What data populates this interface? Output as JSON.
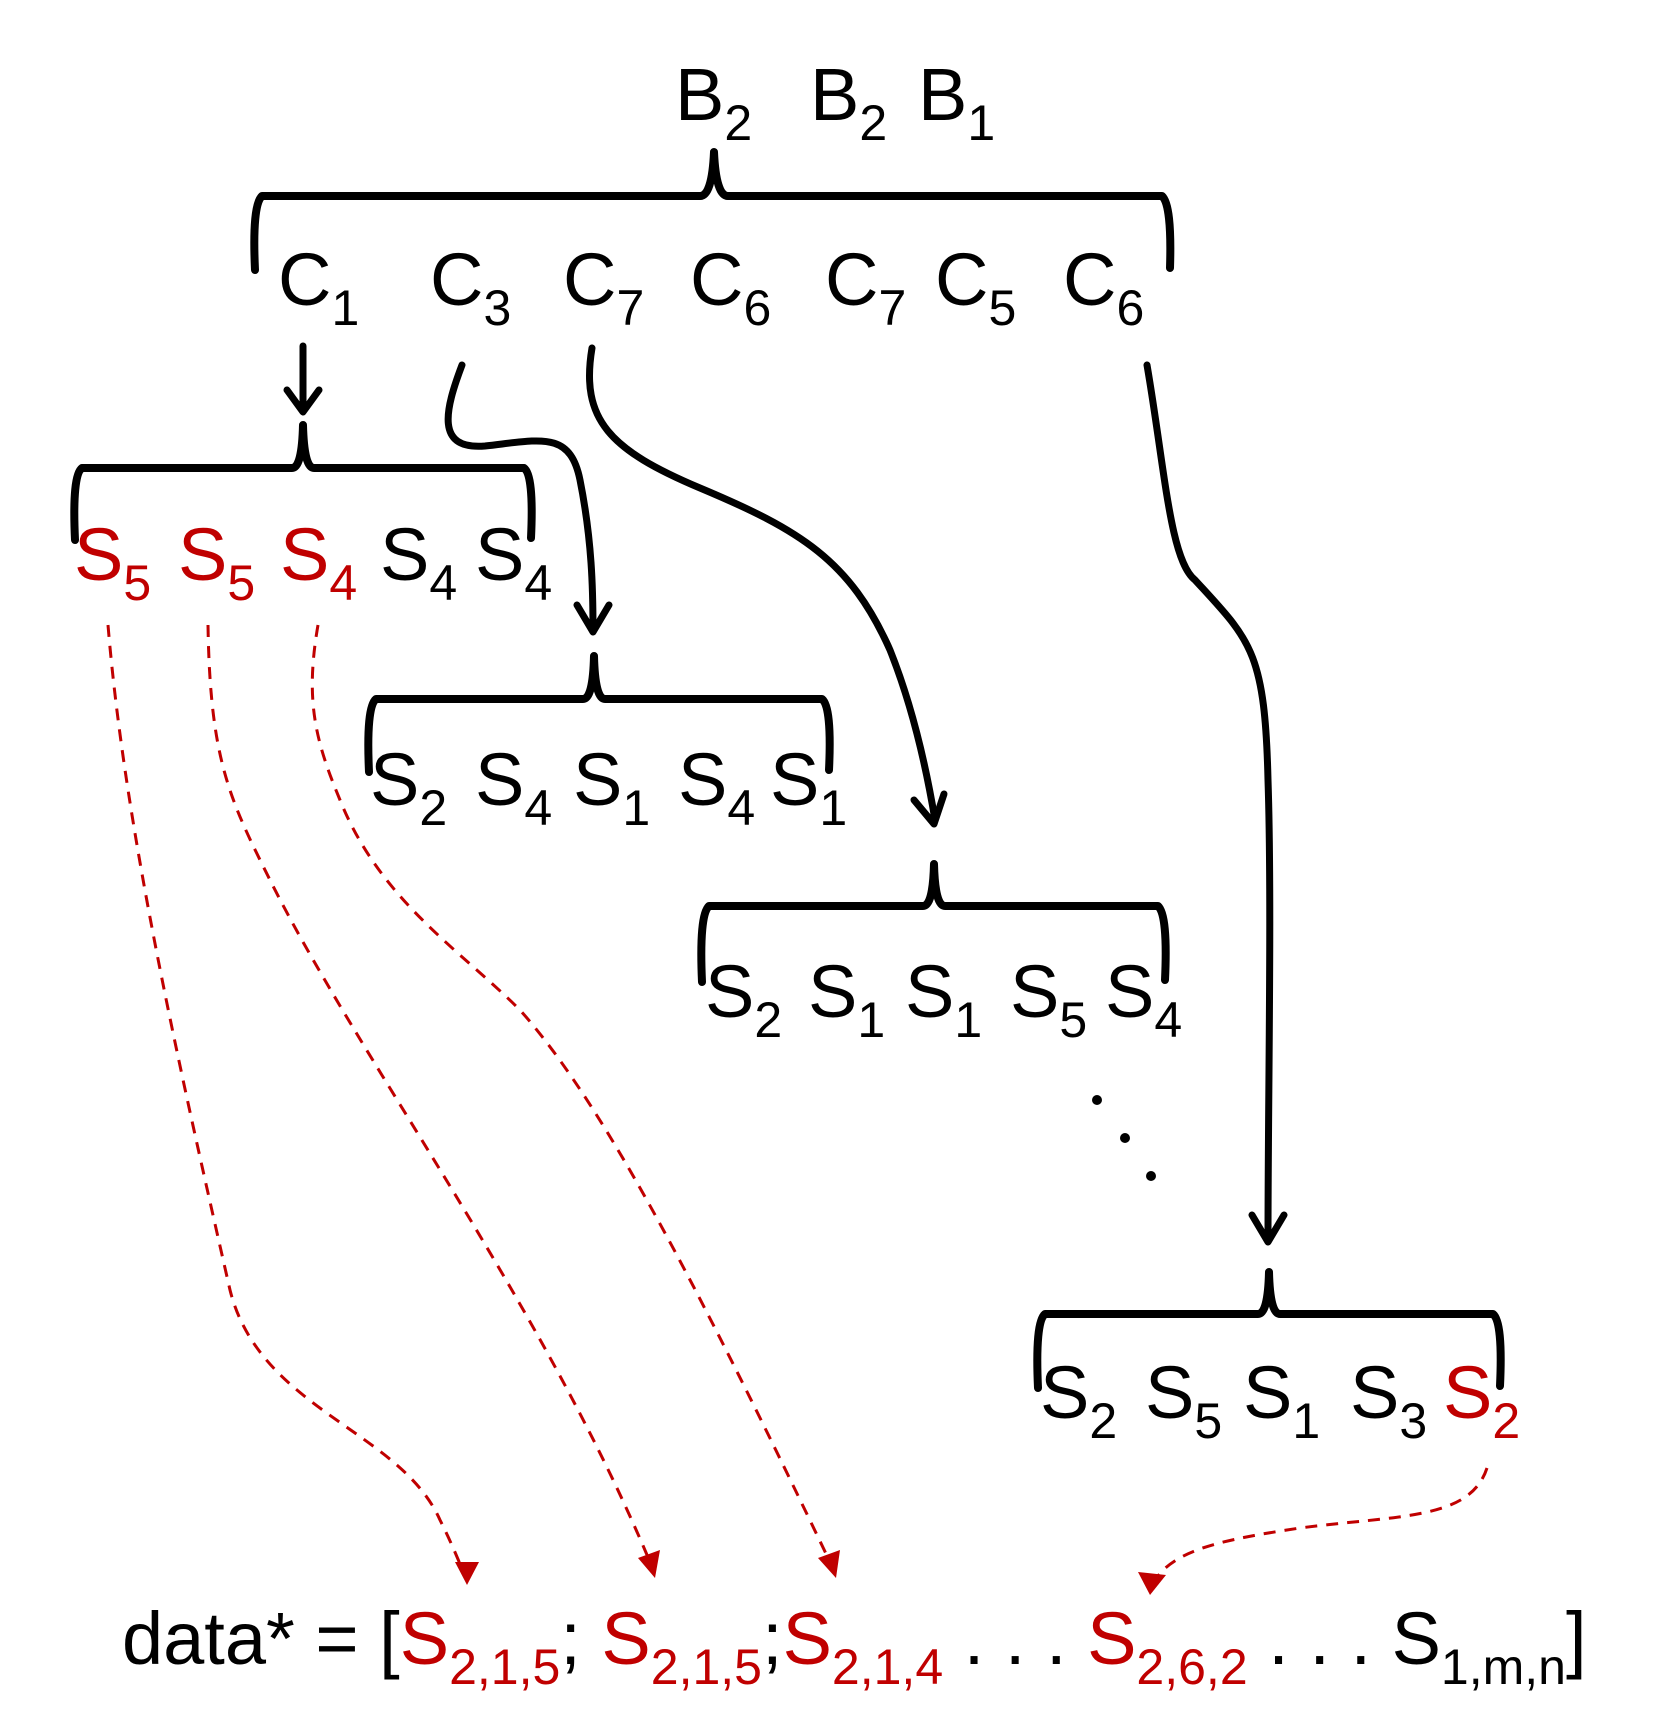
{
  "top": {
    "b": [
      {
        "base": "B",
        "sub": "2"
      },
      {
        "base": "B",
        "sub": "2"
      },
      {
        "base": "B",
        "sub": "1"
      }
    ]
  },
  "clusters": [
    {
      "base": "C",
      "sub": "1"
    },
    {
      "base": "C",
      "sub": "3"
    },
    {
      "base": "C",
      "sub": "7"
    },
    {
      "base": "C",
      "sub": "6"
    },
    {
      "base": "C",
      "sub": "7"
    },
    {
      "base": "C",
      "sub": "5"
    },
    {
      "base": "C",
      "sub": "6"
    }
  ],
  "groups": {
    "g1": [
      {
        "base": "S",
        "sub": "5",
        "highlight": true
      },
      {
        "base": "S",
        "sub": "5",
        "highlight": true
      },
      {
        "base": "S",
        "sub": "4",
        "highlight": true
      },
      {
        "base": "S",
        "sub": "4",
        "highlight": false
      },
      {
        "base": "S",
        "sub": "4",
        "highlight": false
      }
    ],
    "g2": [
      {
        "base": "S",
        "sub": "2",
        "highlight": false
      },
      {
        "base": "S",
        "sub": "4",
        "highlight": false
      },
      {
        "base": "S",
        "sub": "1",
        "highlight": false
      },
      {
        "base": "S",
        "sub": "4",
        "highlight": false
      },
      {
        "base": "S",
        "sub": "1",
        "highlight": false
      }
    ],
    "g3": [
      {
        "base": "S",
        "sub": "2",
        "highlight": false
      },
      {
        "base": "S",
        "sub": "1",
        "highlight": false
      },
      {
        "base": "S",
        "sub": "1",
        "highlight": false
      },
      {
        "base": "S",
        "sub": "5",
        "highlight": false
      },
      {
        "base": "S",
        "sub": "4",
        "highlight": false
      }
    ],
    "g4": [
      {
        "base": "S",
        "sub": "2",
        "highlight": false
      },
      {
        "base": "S",
        "sub": "5",
        "highlight": false
      },
      {
        "base": "S",
        "sub": "1",
        "highlight": false
      },
      {
        "base": "S",
        "sub": "3",
        "highlight": false
      },
      {
        "base": "S",
        "sub": "2",
        "highlight": true
      }
    ]
  },
  "ellipsis": "· · ·",
  "formula": {
    "prefix": "data* = [",
    "item1": {
      "base": "S",
      "sub": "2,1,5"
    },
    "sep1": "; ",
    "item2": {
      "base": "S",
      "sub": "2,1,5"
    },
    "sep2": ";",
    "item3": {
      "base": "S",
      "sub": "2,1,4"
    },
    "gap1": " . . . ",
    "item4": {
      "base": "S",
      "sub": "2,6,2"
    },
    "gap2": " . . . ",
    "item5": {
      "base": "S",
      "sub": "1,m,n"
    },
    "suffix": "]"
  },
  "colors": {
    "black": "#000000",
    "red": "#c00000"
  }
}
